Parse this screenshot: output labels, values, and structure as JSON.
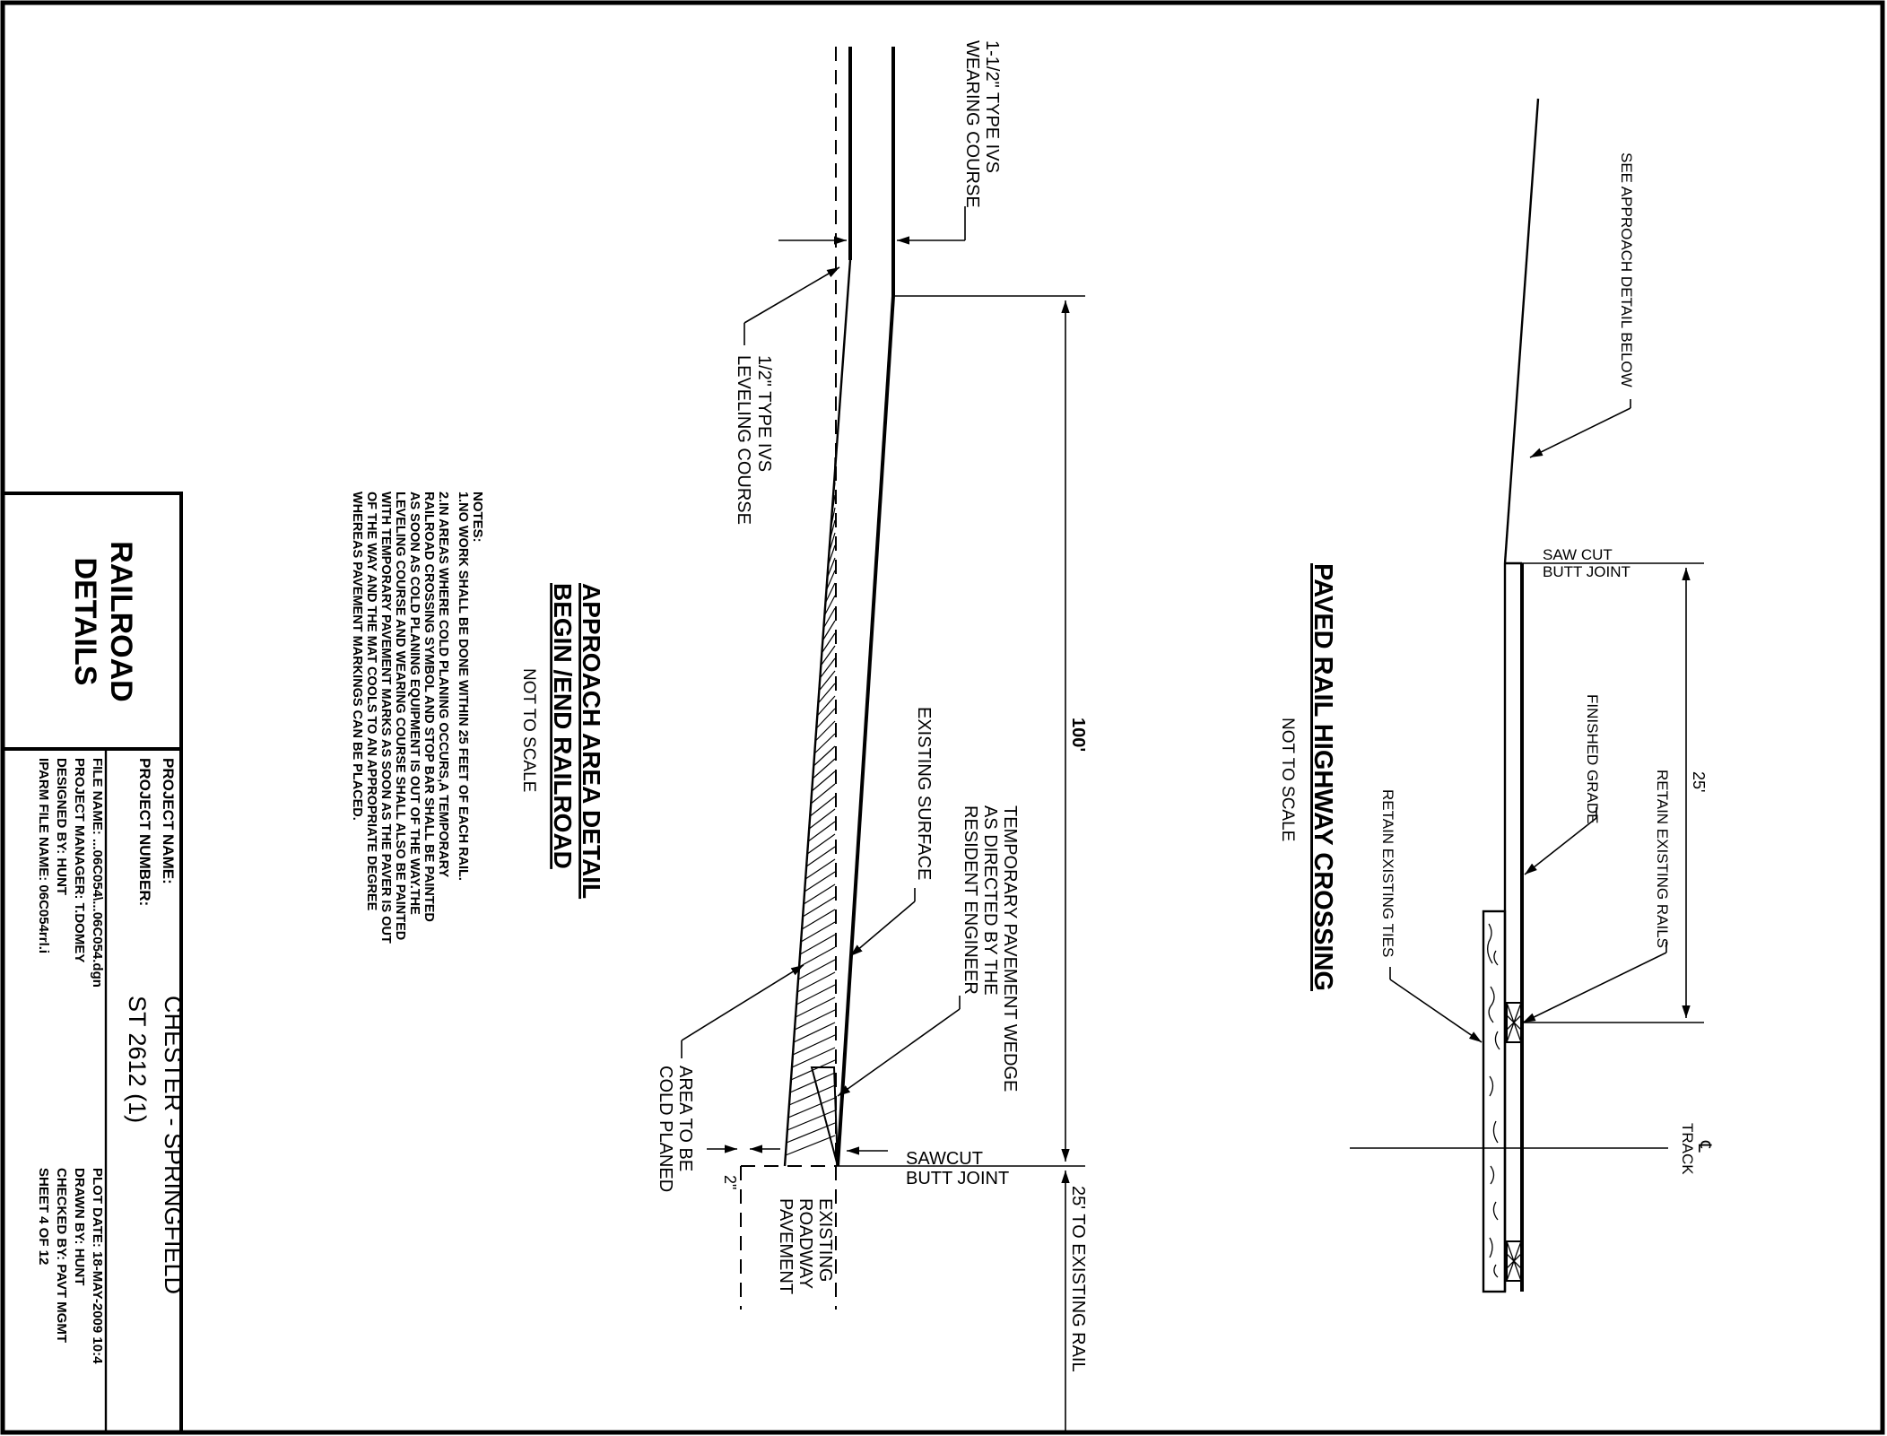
{
  "title_block": {
    "sheet_title_line1": "RAILROAD",
    "sheet_title_line2": "DETAILS",
    "project_name_label": "PROJECT NAME:",
    "project_name_value": "CHESTER - SPRINGFIELD",
    "project_number_label": "PROJECT NUMBER:",
    "project_number_value": "ST 2612 (1)",
    "file_name": "FILE NAME: ...06C054\\...06C054.dgn",
    "project_manager": "PROJECT MANAGER: T.DOMEY",
    "designed_by": "DESIGNED BY:   HUNT",
    "iparm_file": "IPARM FILE NAME:  06C054rrl.i",
    "plot_date": "PLOT DATE: 18-MAY-2009 10:4",
    "drawn_by": "DRAWN BY:   HUNT",
    "checked_by": "CHECKED BY:  PAVT MGMT",
    "sheet": "SHEET    4    OF    12"
  },
  "approach_detail": {
    "title_line1": "APPROACH AREA DETAIL",
    "title_line2": "BEGIN /END RAILROAD",
    "scale": "NOT TO SCALE",
    "labels": {
      "wearing_course_1": "1-1/2\" TYPE IVS",
      "wearing_course_2": "WEARING COURSE",
      "leveling_course_1": "1/2\" TYPE IVS",
      "leveling_course_2": "LEVELING COURSE",
      "existing_surface": "EXISTING SURFACE",
      "temp_wedge_1": "TEMPORARY PAVEMENT WEDGE",
      "temp_wedge_2": "AS DIRECTED BY THE",
      "temp_wedge_3": "RESIDENT ENGINEER",
      "cold_planed_1": "AREA TO BE",
      "cold_planed_2": "COLD PLANED",
      "sawcut_1": "SAWCUT",
      "sawcut_2": "BUTT JOINT",
      "existing_pavement_1": "EXISTING",
      "existing_pavement_2": "ROADWAY",
      "existing_pavement_3": "PAVEMENT",
      "depth": "2\"",
      "length": "100'",
      "to_rail": "25' TO EXISTING RAIL"
    }
  },
  "notes": {
    "heading": "NOTES:",
    "lines": [
      "1.NO WORK SHALL BE DONE WITHIN 25 FEET OF EACH RAIL.",
      "2.IN AREAS WHERE COLD PLANING OCCURS,A TEMPORARY",
      "RAILROAD CROSSING SYMBOL AND STOP BAR SHALL BE PAINTED",
      "AS SOON AS COLD PLANING EQUIPMENT IS OUT OF THE WAY.THE",
      "LEVELING COURSE AND WEARING COURSE SHALL ALSO BE PAINTED",
      "WITH TEMPORARY PAVEMENT MARKS AS SOON AS THE PAVER IS OUT",
      "OF THE WAY AND THE MAT COOLS TO AN APPROPRIATE DEGREE",
      "WHEREAS PAVEMENT MARKINGS CAN BE PLACED."
    ]
  },
  "crossing_detail": {
    "title": "PAVED RAIL HIGHWAY CROSSING",
    "scale": "NOT TO SCALE",
    "labels": {
      "see_approach": "SEE APPROACH DETAIL BELOW",
      "saw_cut_1": "SAW CUT",
      "saw_cut_2": "BUTT JOINT",
      "finished_grade": "FINISHED GRADE",
      "retain_rails": "RETAIN EXISTING RAILS",
      "retain_ties": "RETAIN EXISTING TIES",
      "dim_25": "25'",
      "track": "TRACK",
      "centerline": "℄"
    }
  }
}
